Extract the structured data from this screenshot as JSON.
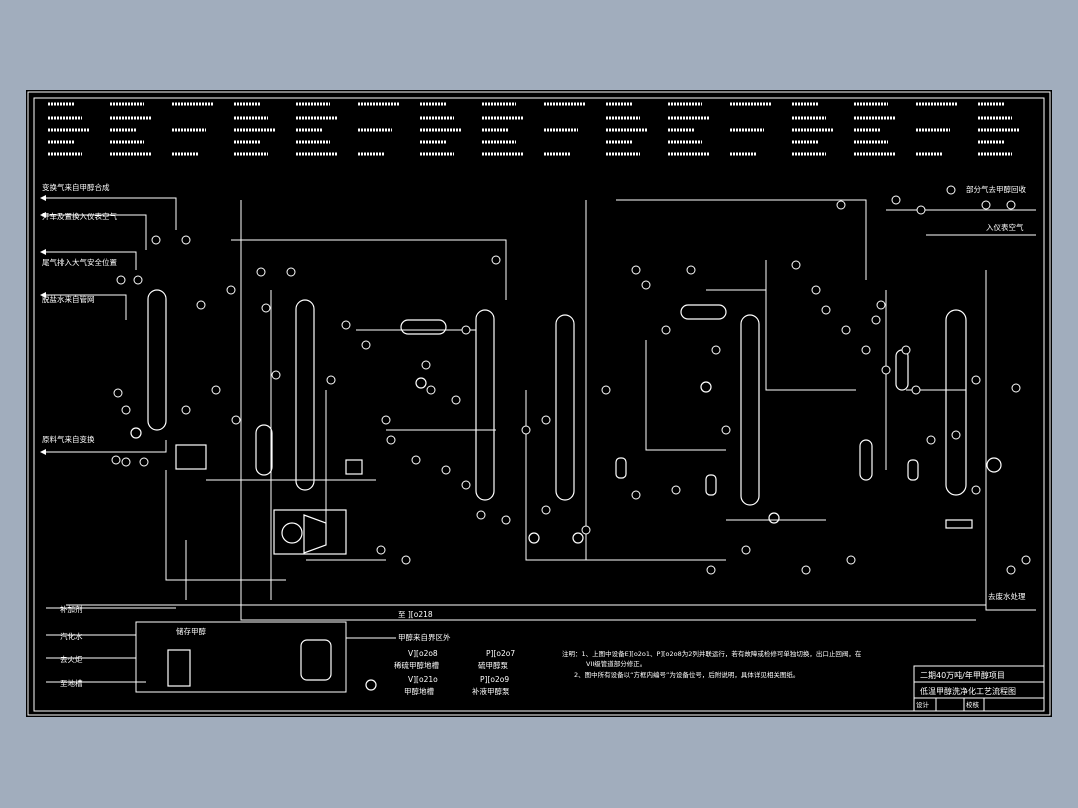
{
  "left_streams": [
    "变换气来自甲醇合成",
    "开车及置换入仪表空气",
    "尾气排入大气安全位置",
    "脱盐水来自管网",
    "原料气来自变换"
  ],
  "right_streams": [
    "部分气去甲醇回收",
    "入仪表空气",
    "去废水处理"
  ],
  "bottom_streams": [
    "补加剂",
    "汽化水",
    "去火炬",
    "至地槽"
  ],
  "bottom_tags": [
    {
      "tag": "V][o2o8",
      "name": "稀硫甲醇地槽"
    },
    {
      "tag": "P][o2o7",
      "name": "硫甲醇泵"
    },
    {
      "tag": "V][o21o",
      "name": "甲醇地槽"
    },
    {
      "tag": "P][o2o9",
      "name": "补液甲醇泵"
    }
  ],
  "bottom_misc": {
    "tank_label": "储存甲醇",
    "tag_218": "至 ][o218",
    "to_area": "甲醇来自界区外"
  },
  "notes": [
    "注明：1、上图中设备E][o2o1、P][o2o8为2列并联运行，若有故障或检修可单独切换，出口止回阀，在",
    "VII级管道部分修正。",
    "2、图中所有设备以“方框内编号”为设备位号，后附说明，具体详见相关图纸。"
  ],
  "title_block": {
    "line1": "二期40万吨/年甲醇项目",
    "line2": "低温甲醇洗净化工艺流程图",
    "cell_a": "设计",
    "cell_b": "校核"
  },
  "colors": {
    "page_background": "#a1adbd",
    "drawing_background": "#000000",
    "linework": "#ffffff"
  }
}
